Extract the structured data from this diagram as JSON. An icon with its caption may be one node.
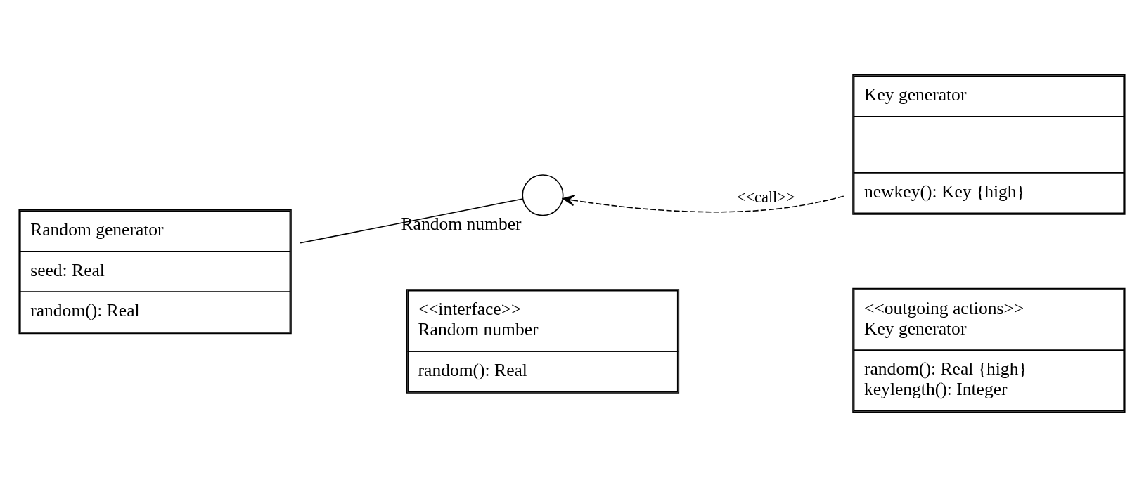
{
  "diagram": {
    "nodes": [
      {
        "text": [
          "Random generator",
          "seed: Real",
          "random(): Real"
        ]
      },
      {
        "text": [],
        "shape": "circle",
        "beside": [
          "Random number"
        ]
      },
      {
        "text": [
          "Key generator",
          "newkey(): Key {high}"
        ]
      },
      {
        "text": [
          "<<interface>> Random number",
          "random(): Real"
        ]
      },
      {
        "text": [
          "<<outgoing actions>> Key generator",
          "random(): Real {high}",
          "keylength(): Integer"
        ]
      }
    ],
    "edges": [
      {
        "from": 0,
        "to": 1,
        "arrow": "none"
      },
      {
        "from": 2,
        "to": 1,
        "arrow": "to",
        "style": "dashed",
        "label": "<<call>>"
      }
    ]
  }
}
